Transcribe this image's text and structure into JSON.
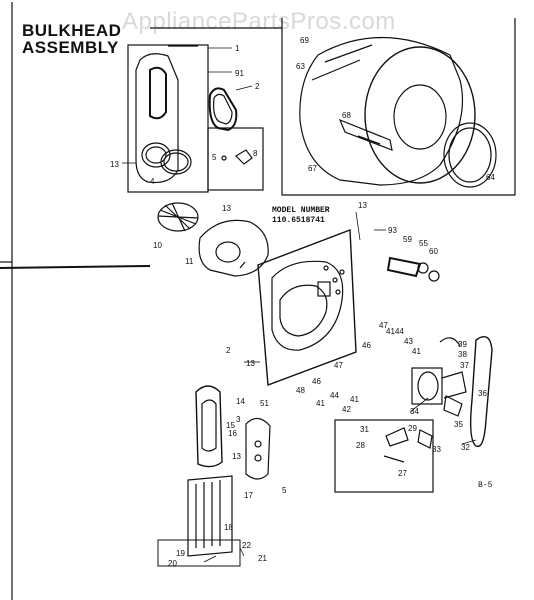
{
  "header": {
    "title_line1": "BULKHEAD",
    "title_line2": "ASSEMBLY",
    "watermark": "AppliancePartsPros.com"
  },
  "model": {
    "label": "MODEL NUMBER",
    "number": "110.6518741"
  },
  "page_ref": "B-5",
  "callouts": [
    "1",
    "91",
    "2",
    "13",
    "5",
    "8",
    "4",
    "69",
    "63",
    "68",
    "67",
    "64",
    "13",
    "10",
    "11",
    "93",
    "59",
    "55",
    "60",
    "13",
    "2",
    "13",
    "47",
    "41",
    "44",
    "43",
    "46",
    "41",
    "39",
    "38",
    "37",
    "48",
    "46",
    "47",
    "44",
    "41",
    "42",
    "41",
    "36",
    "34",
    "35",
    "32",
    "14",
    "51",
    "15",
    "3",
    "16",
    "5",
    "13",
    "31",
    "29",
    "28",
    "33",
    "27",
    "17",
    "18",
    "19",
    "20",
    "22",
    "21"
  ]
}
